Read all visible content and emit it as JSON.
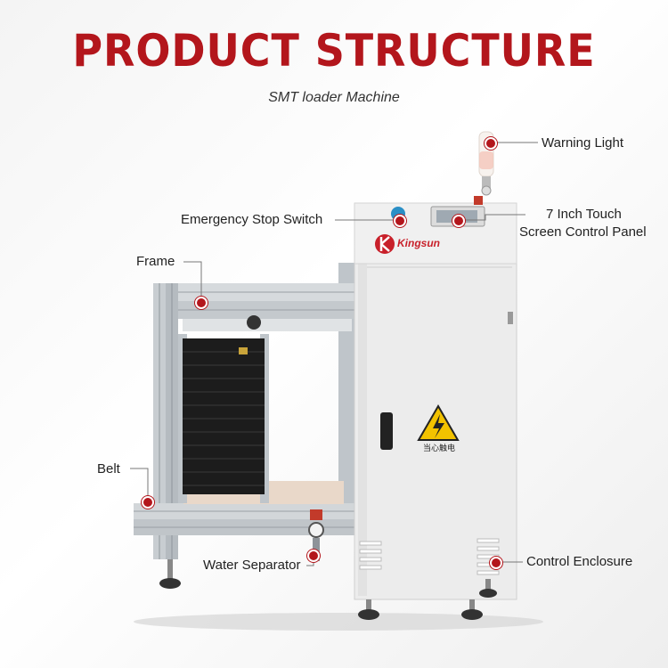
{
  "title": "PRODUCT STRUCTURE",
  "subtitle": "SMT loader Machine",
  "labels": {
    "warning_light": "Warning Light",
    "emergency_stop": "Emergency Stop Switch",
    "touch_screen_line1": "7 Inch Touch",
    "touch_screen_line2": "Screen Control Panel",
    "frame": "Frame",
    "belt": "Belt",
    "water_separator": "Water Separator",
    "control_enclosure": "Control Enclosure"
  },
  "machine": {
    "brand": "Kingsun",
    "warning_sign": "当心触电"
  },
  "colors": {
    "accent": "#b3161c",
    "enclosure": "#ededed",
    "frame": "#c9ced3",
    "magazine": "#1c1c1c"
  }
}
